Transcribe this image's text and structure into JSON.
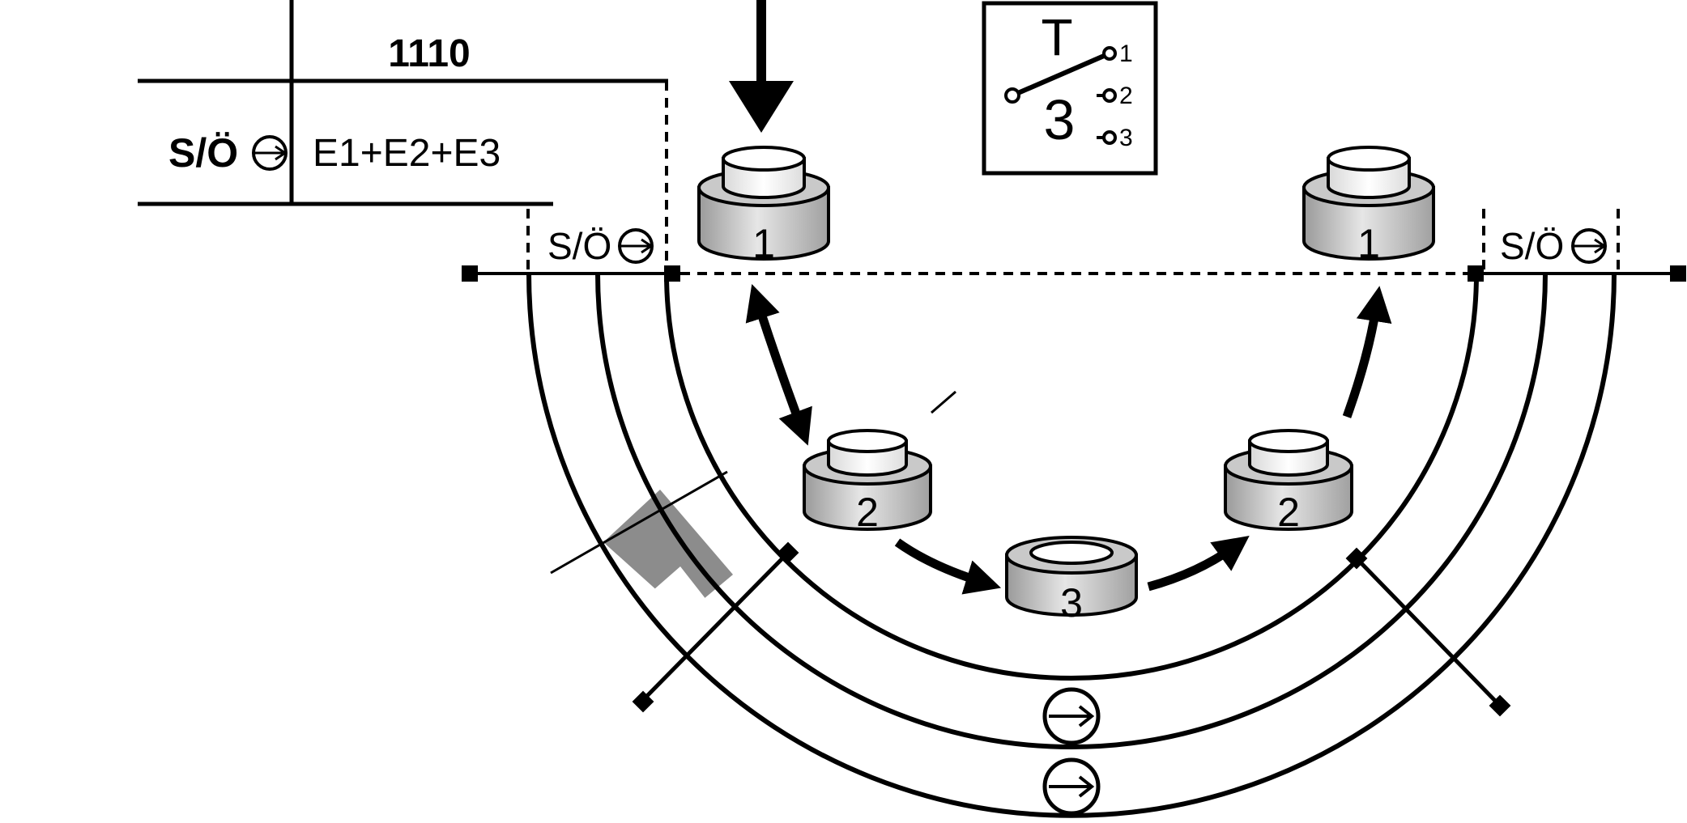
{
  "header": {
    "number": "1110",
    "prefix": "S/Ö",
    "formula": "E1+E2+E3"
  },
  "switch_box": {
    "symbol": "T",
    "position": "3",
    "contacts": [
      "1",
      "2",
      "3"
    ]
  },
  "track_labels": {
    "left": "S/Ö",
    "right": "S/Ö"
  },
  "cylinders": {
    "left_1": "1",
    "left_2": "2",
    "center_3": "3",
    "right_2": "2",
    "right_1": "1"
  },
  "colors": {
    "line": "#000000",
    "cylinder_fill": "#cccccc",
    "cylinder_top": "#ffffff",
    "segment_fill": "#8c8c8c"
  }
}
